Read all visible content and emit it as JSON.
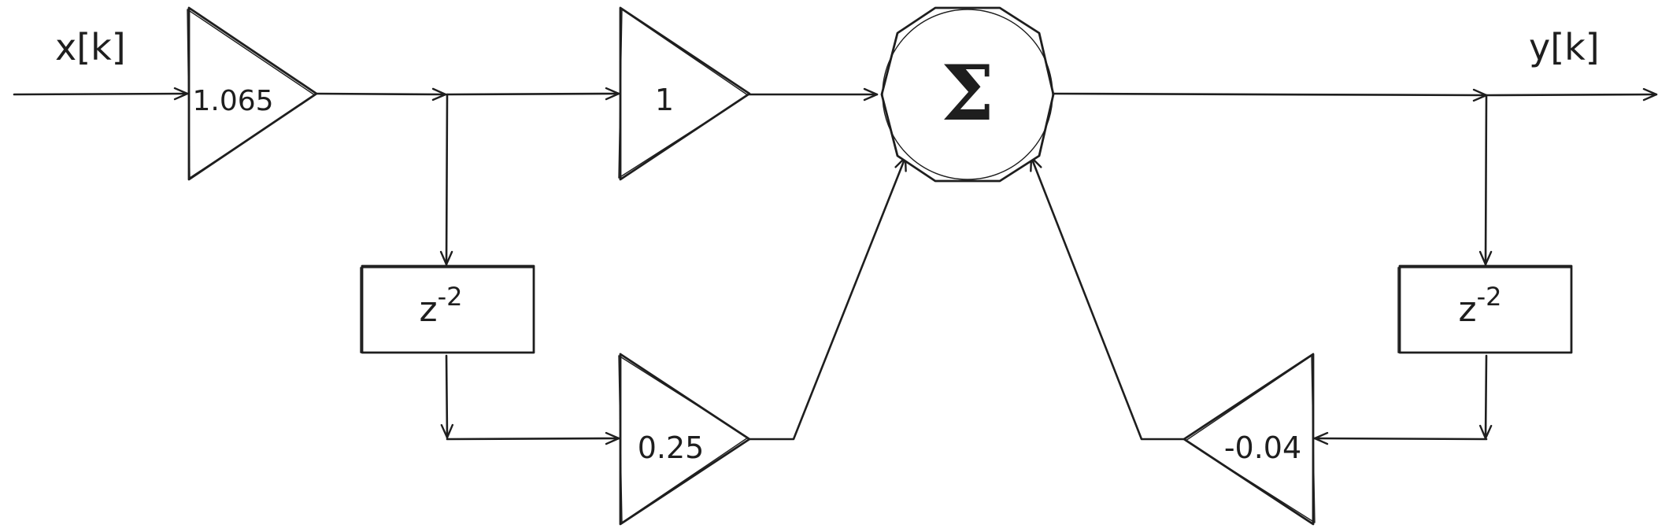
{
  "signals": {
    "input": "x[k]",
    "output": "y[k]"
  },
  "blocks": {
    "input_gain": "1.065",
    "direct_gain": "1",
    "feedforward_gain": "0.25",
    "feedback_gain": "-0.04",
    "delay_ff": {
      "base": "z",
      "exponent": "-2"
    },
    "delay_fb": {
      "base": "z",
      "exponent": "-2"
    },
    "summer": "Σ"
  }
}
